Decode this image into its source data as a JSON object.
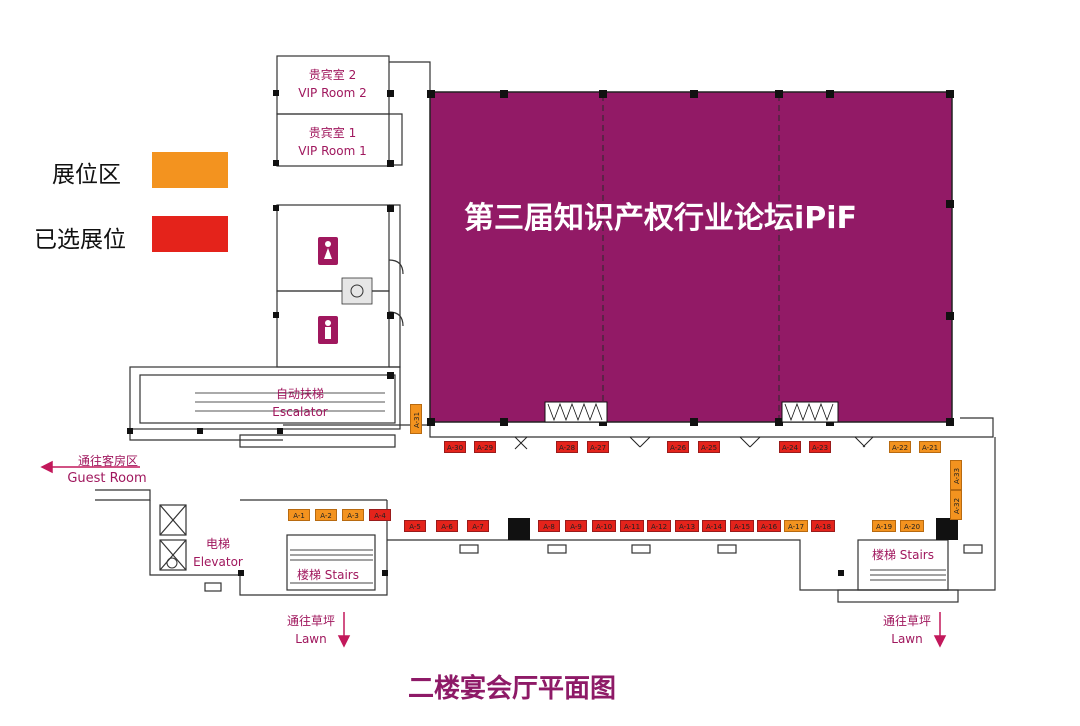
{
  "legend": {
    "available_label": "展位区",
    "available_color": "#f3931f",
    "selected_label": "已选展位",
    "selected_color": "#e4231b"
  },
  "rooms": {
    "vip2_cn": "贵宾室 2",
    "vip2_en": "VIP Room 2",
    "vip1_cn": "贵宾室 1",
    "vip1_en": "VIP Room 1",
    "escalator_cn": "自动扶梯",
    "escalator_en": "Escalator",
    "elevator_cn": "电梯",
    "elevator_en": "Elevator",
    "stairs_left": "楼梯  Stairs",
    "stairs_right": "楼梯  Stairs"
  },
  "directions": {
    "guest_cn": "通往客房区",
    "guest_en": "Guest Room",
    "lawn_left_cn": "通往草坪",
    "lawn_left_en": "Lawn",
    "lawn_right_cn": "通往草坪",
    "lawn_right_en": "Lawn"
  },
  "hall": {
    "title": "第三届知识产权行业论坛iPiF",
    "color": "#921a66"
  },
  "page_title": "二楼宴会厅平面图",
  "booths_top_row": [
    {
      "label": "A-30",
      "state": "selected"
    },
    {
      "label": "A-29",
      "state": "selected"
    },
    {
      "label": "A-28",
      "state": "selected"
    },
    {
      "label": "A-27",
      "state": "selected"
    },
    {
      "label": "A-26",
      "state": "selected"
    },
    {
      "label": "A-25",
      "state": "selected"
    },
    {
      "label": "A-24",
      "state": "selected"
    },
    {
      "label": "A-23",
      "state": "selected"
    },
    {
      "label": "A-22",
      "state": "available"
    },
    {
      "label": "A-21",
      "state": "available"
    }
  ],
  "booths_side": [
    {
      "label": "A-31",
      "state": "available"
    },
    {
      "label": "A-33",
      "state": "available"
    },
    {
      "label": "A-32",
      "state": "available"
    }
  ],
  "booths_left_group": [
    {
      "label": "A-1",
      "state": "available"
    },
    {
      "label": "A-2",
      "state": "available"
    },
    {
      "label": "A-3",
      "state": "available"
    },
    {
      "label": "A-4",
      "state": "selected"
    }
  ],
  "booths_main_row": [
    {
      "label": "A-5",
      "state": "selected"
    },
    {
      "label": "A-6",
      "state": "selected"
    },
    {
      "label": "A-7",
      "state": "selected"
    },
    {
      "label": "A-8",
      "state": "selected"
    },
    {
      "label": "A-9",
      "state": "selected"
    },
    {
      "label": "A-10",
      "state": "selected"
    },
    {
      "label": "A-11",
      "state": "selected"
    },
    {
      "label": "A-12",
      "state": "selected"
    },
    {
      "label": "A-13",
      "state": "selected"
    },
    {
      "label": "A-14",
      "state": "selected"
    },
    {
      "label": "A-15",
      "state": "selected"
    },
    {
      "label": "A-16",
      "state": "selected"
    },
    {
      "label": "A-17",
      "state": "available"
    },
    {
      "label": "A-18",
      "state": "selected"
    }
  ],
  "booths_right_group": [
    {
      "label": "A-19",
      "state": "available"
    },
    {
      "label": "A-20",
      "state": "available"
    }
  ]
}
